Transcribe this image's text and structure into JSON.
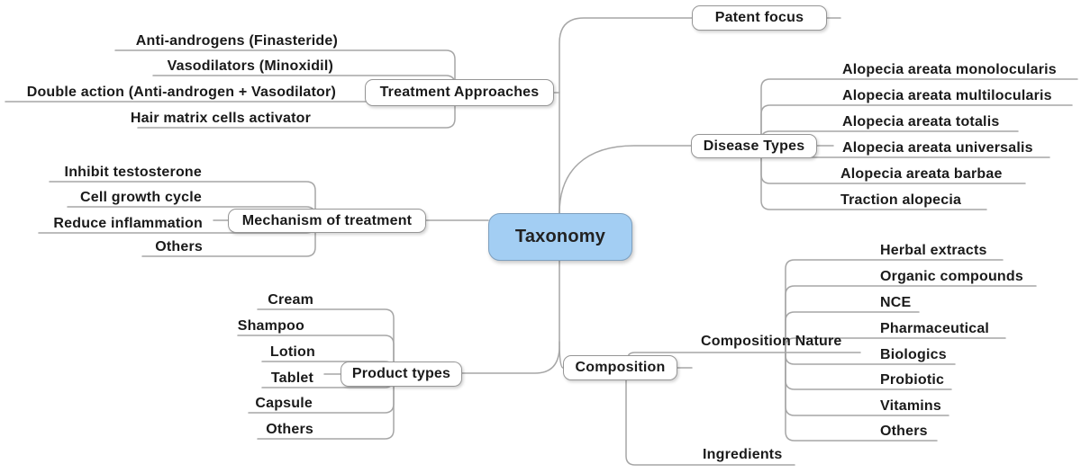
{
  "root": {
    "label": "Taxonomy"
  },
  "branches": {
    "patent": {
      "label": "Patent focus"
    },
    "treatment": {
      "label": "Treatment Approaches",
      "children": [
        "Anti-androgens (Finasteride)",
        "Vasodilators (Minoxidil)",
        "Double action (Anti-androgen + Vasodilator)",
        "Hair matrix cells activator"
      ]
    },
    "disease": {
      "label": "Disease Types",
      "children": [
        "Alopecia areata monolocularis",
        "Alopecia areata multilocularis",
        "Alopecia areata totalis",
        "Alopecia areata universalis",
        "Alopecia areata barbae",
        "Traction alopecia"
      ]
    },
    "mechanism": {
      "label": "Mechanism of treatment",
      "children": [
        "Inhibit testosterone",
        "Cell growth cycle",
        "Reduce inflammation",
        "Others"
      ]
    },
    "product": {
      "label": "Product types",
      "children": [
        "Cream",
        "Shampoo",
        "Lotion",
        "Tablet",
        "Capsule",
        "Others"
      ]
    },
    "composition": {
      "label": "Composition",
      "nature": {
        "label": "Composition Nature",
        "children": [
          "Herbal extracts",
          "Organic compounds",
          "NCE",
          "Pharmaceutical",
          "Biologics",
          "Probiotic",
          "Vitamins",
          "Others"
        ]
      },
      "ingredients": {
        "label": "Ingredients"
      }
    }
  },
  "colors": {
    "root_fill": "#a3cef3",
    "root_border": "#7d9fbe",
    "line": "#a6a6a6",
    "box_border": "#969696",
    "text": "#1a1a1a",
    "background": "#ffffff"
  }
}
